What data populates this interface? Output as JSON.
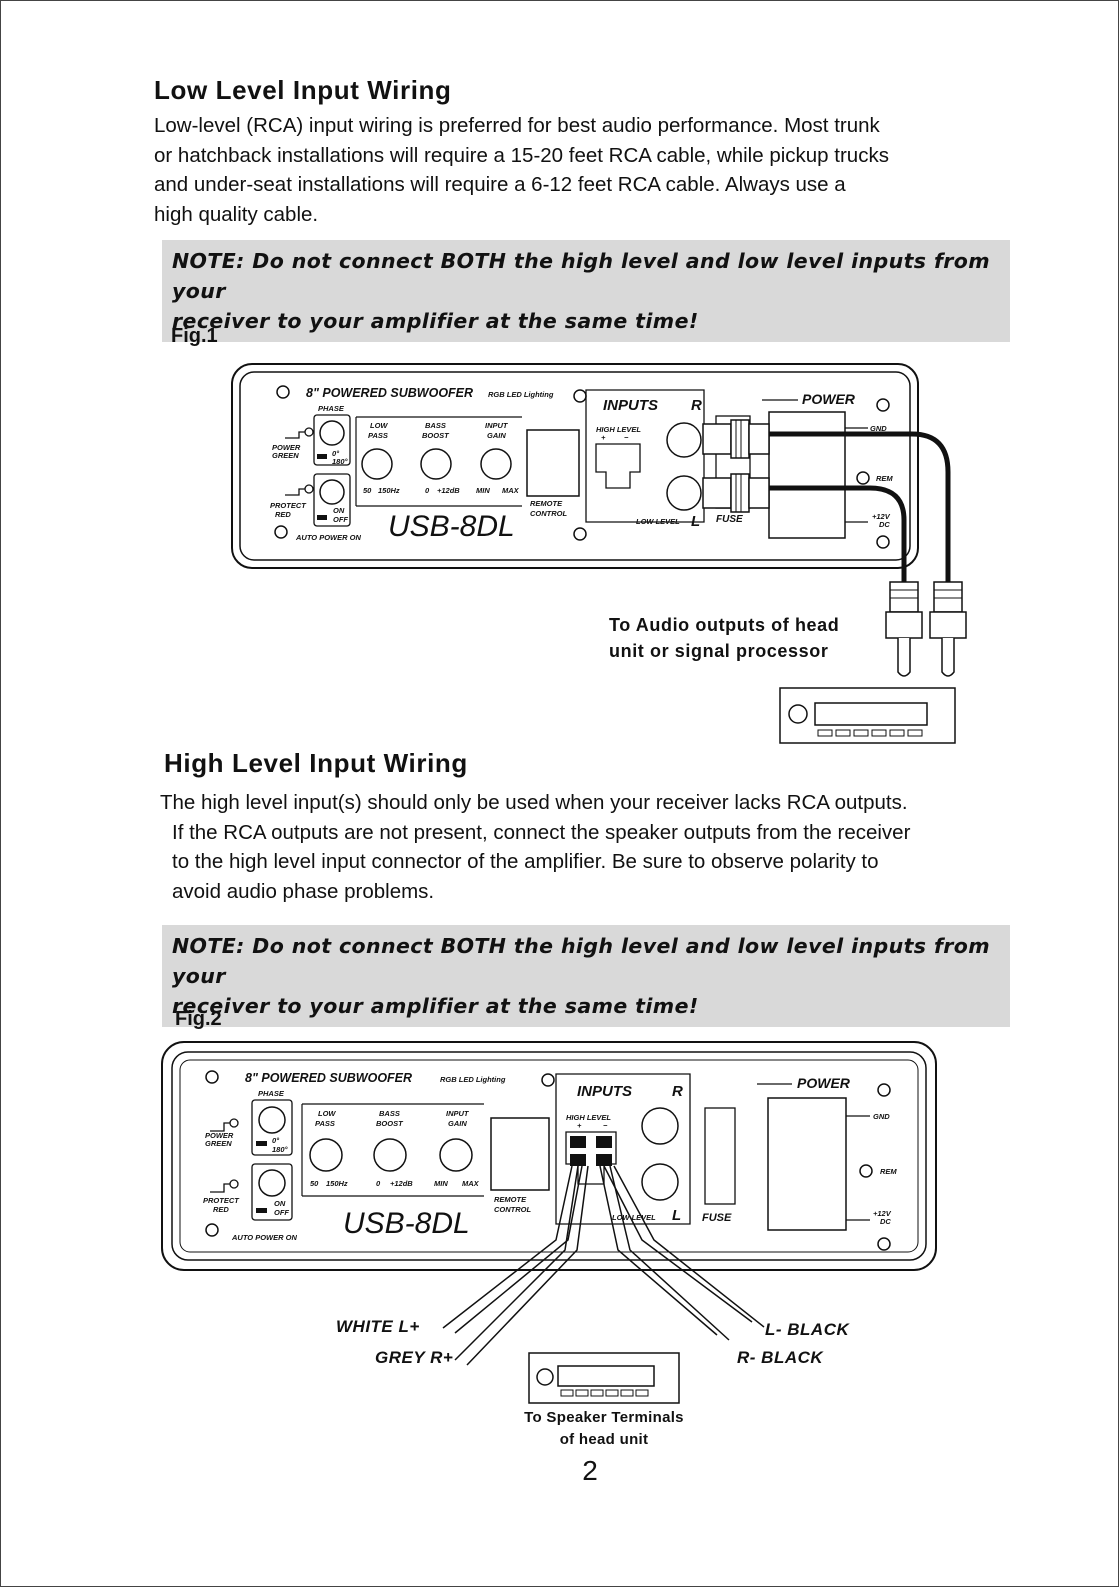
{
  "section1": {
    "title": "Low Level Input Wiring",
    "lines": [
      "Low-level (RCA) input wiring is preferred for best audio performance. Most trunk",
      "or hatchback installations will require a 15-20 feet RCA cable, while pickup trucks",
      "and under-seat installations will require a 6-12 feet RCA cable. Always use a",
      "high quality cable."
    ],
    "note_line1": "NOTE: Do  not connect BOTH the high level and low level inputs from your",
    "note_line2": "receiver to your amplifier at the same time!",
    "fig_label": "Fig.1"
  },
  "section2": {
    "title": "High Level Input Wiring",
    "lines": [
      "The high level input(s) should only be used when your receiver lacks RCA outputs.",
      "If the RCA outputs are not present, connect the speaker outputs from the receiver",
      "to the high level input connector of the amplifier. Be sure to observe polarity to",
      "avoid audio phase problems."
    ],
    "note_line1": "NOTE: Do  not connect BOTH the high level and low level inputs from your",
    "note_line2": "receiver to your amplifier at the same time!",
    "fig_label": "Fig.2"
  },
  "panel": {
    "title": "8\" POWERED SUBWOOFER",
    "rgb": "RGB LED Lighting",
    "phase": "PHASE",
    "power_green_1": "POWER",
    "power_green_2": "GREEN",
    "protect_red_1": "PROTECT",
    "protect_red_2": "RED",
    "phase_0": "0°",
    "phase_180": "180°",
    "on": "ON",
    "off": "OFF",
    "auto_power_on": "AUTO POWER ON",
    "low_pass_1": "LOW",
    "low_pass_2": "PASS",
    "bass_boost_1": "BASS",
    "bass_boost_2": "BOOST",
    "input_gain_1": "INPUT",
    "input_gain_2": "GAIN",
    "lp_min": "50",
    "lp_max": "150Hz",
    "bb_min": "0",
    "bb_max": "+12dB",
    "gain_min": "MIN",
    "gain_max": "MAX",
    "model": "USB-8DL",
    "remote_1": "REMOTE",
    "remote_2": "CONTROL",
    "inputs": "INPUTS",
    "r": "R",
    "l": "L",
    "high_level": "HIGH LEVEL",
    "plus": "+",
    "minus": "−",
    "low_level": "LOW LEVEL",
    "fuse": "FUSE",
    "power": "POWER",
    "gnd": "GND",
    "rem": "REM",
    "v12_1": "+12V",
    "v12_2": "DC"
  },
  "fig1": {
    "caption_line1": "To Audio outputs of head",
    "caption_line2": "unit or signal processor"
  },
  "fig2": {
    "white": "WHITE L+",
    "grey": "GREY R+",
    "lblack": "L- BLACK",
    "rblack": "R- BLACK",
    "speaker_line1": "To Speaker Terminals",
    "speaker_line2": "of head unit"
  },
  "page_number": "2"
}
